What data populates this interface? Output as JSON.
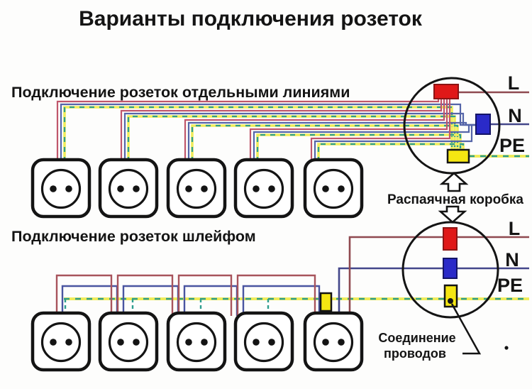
{
  "title": "Варианты подключения розеток",
  "sections": [
    {
      "heading": "Подключение розеток отдельными линиями",
      "wire_labels": {
        "phase": "L",
        "neutral": "N",
        "earth": "PE"
      },
      "sockets_count": 5
    },
    {
      "heading": "Подключение розеток шлейфом",
      "wire_labels": {
        "phase": "L",
        "neutral": "N",
        "earth": "PE"
      },
      "sockets_count": 5
    }
  ],
  "junction_box_label": "Распаячная коробка",
  "wire_joint_label": {
    "line1": "Соединение",
    "line2": "проводов"
  },
  "colors": {
    "phase_trunk": "#8f4a50",
    "neutral_trunk": "#44478a",
    "earth_dash": "#2e9e8e",
    "earth_base": "#f0ec5a",
    "cable_phase": "#c0566b",
    "cable_neutral": "#5565a8",
    "connector_phase": "#e01818",
    "connector_neutral": "#2a2ac8",
    "connector_earth": "#f5e612",
    "outline": "#141414"
  }
}
